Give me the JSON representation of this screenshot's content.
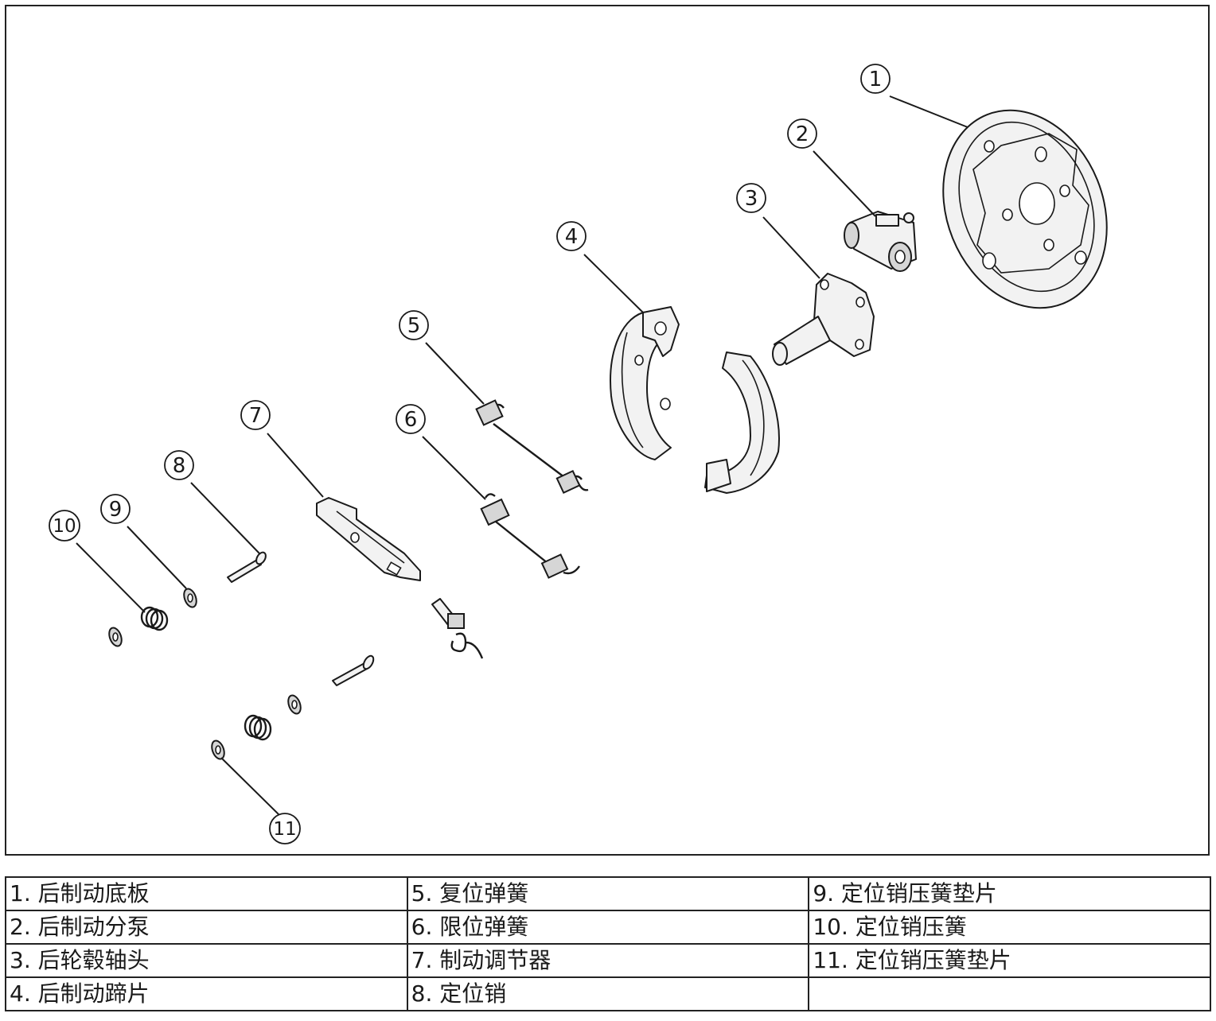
{
  "callouts": [
    "1",
    "2",
    "3",
    "4",
    "5",
    "6",
    "7",
    "8",
    "9",
    "10",
    "11"
  ],
  "legend": [
    [
      "1. 后制动底板",
      "5. 复位弹簧",
      "9. 定位销压簧垫片"
    ],
    [
      "2. 后制动分泵",
      "6. 限位弹簧",
      "10. 定位销压簧"
    ],
    [
      "3. 后轮毂轴头",
      "7. 制动调节器",
      "11. 定位销压簧垫片"
    ],
    [
      "4. 后制动蹄片",
      "8. 定位销",
      ""
    ]
  ]
}
